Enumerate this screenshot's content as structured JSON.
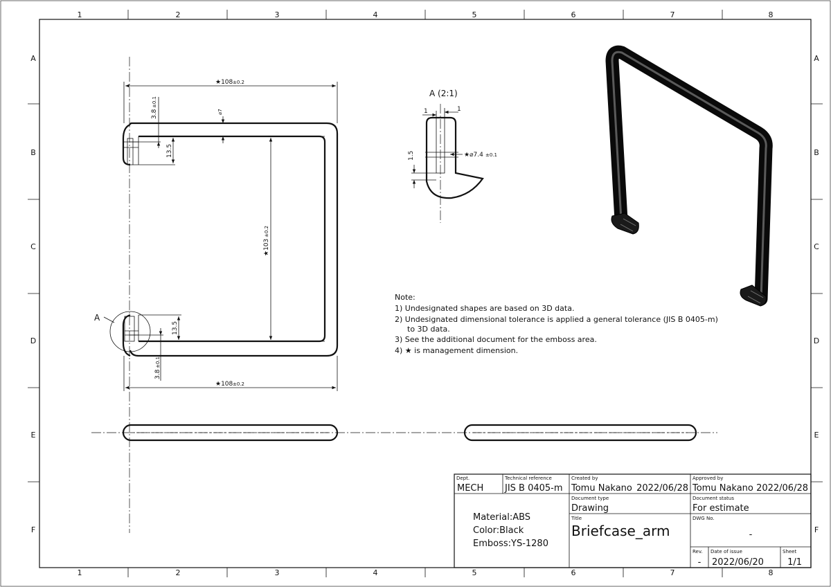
{
  "frame": {
    "col_labels": [
      "1",
      "2",
      "3",
      "4",
      "5",
      "6",
      "7",
      "8"
    ],
    "row_labels": [
      "A",
      "B",
      "C",
      "D",
      "E",
      "F"
    ]
  },
  "dimensions": {
    "top_width": "★108",
    "top_width_tol": "±0.2",
    "bottom_width": "★108",
    "bottom_width_tol": "±0.2",
    "height": "★103",
    "height_tol": "±0.2",
    "diameter": "⌀7",
    "offset_top": "3.8",
    "offset_top_tol": "±0.1",
    "offset_bottom": "3.8",
    "offset_bottom_tol": "±0.1",
    "slot_top": "13.5",
    "slot_bottom": "13.5",
    "detail_marker": "A"
  },
  "detail": {
    "title": "A (2:1)",
    "dim_left": "1",
    "dim_right": "1",
    "dim_height": "1.5",
    "pin_diameter": "★⌀7.4",
    "pin_diameter_tol": "±0.1"
  },
  "notes": {
    "heading": "Note:",
    "lines": [
      "1) Undesignated shapes are based on 3D data.",
      "2) Undesignated dimensional tolerance is applied a general tolerance (JIS B 0405-m)",
      "to 3D data.",
      "3) See the additional document for the emboss area.",
      "4) ★ is management dimension."
    ]
  },
  "title_block": {
    "dept_label": "Dept.",
    "dept": "MECH",
    "tech_ref_label": "Technical reference",
    "tech_ref": "JIS B 0405-m",
    "created_label": "Created by",
    "created_by": "Tomu Nakano",
    "created_date": "2022/06/28",
    "approved_label": "Approved by",
    "approved_by": "Tomu Nakano",
    "approved_date": "2022/06/28",
    "doc_type_label": "Document type",
    "doc_type": "Drawing",
    "doc_status_label": "Document status",
    "doc_status": "For estimate",
    "material": "Material:ABS",
    "color": "Color:Black",
    "emboss": "Emboss:YS-1280",
    "title_label": "Title",
    "title": "Briefcase_arm",
    "dwg_no_label": "DWG No.",
    "dwg_no": "-",
    "rev_label": "Rev.",
    "rev": "-",
    "issue_label": "Date of issue",
    "issue_date": "2022/06/20",
    "sheet_label": "Sheet",
    "sheet": "1/1"
  }
}
